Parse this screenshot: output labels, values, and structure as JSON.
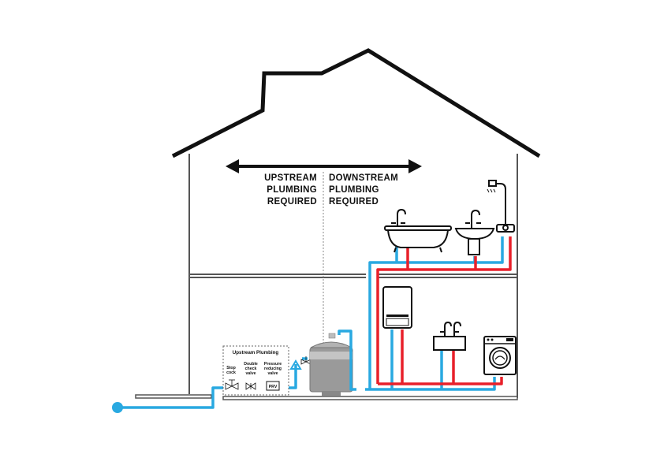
{
  "labels": {
    "upstream": [
      "UPSTREAM",
      "PLUMBING",
      "REQUIRED"
    ],
    "downstream": [
      "DOWNSTREAM",
      "PLUMBING",
      "REQUIRED"
    ],
    "upstream_box_title": "Upstream Plumbing",
    "stop_cock": [
      "Stop",
      "cock"
    ],
    "double_check_valve": [
      "Double",
      "check",
      "valve"
    ],
    "pressure_reducing_valve": [
      "Pressure",
      "reducing",
      "valve"
    ],
    "prv_badge": "PRV"
  },
  "colors": {
    "cold_pipe": "#29a9e1",
    "hot_pipe": "#e8202a",
    "outline": "#111111",
    "tank": "#9a9a9a"
  },
  "icons": [
    "bathtub-icon",
    "basin-icon",
    "shower-icon",
    "water-heater-icon",
    "sink-icon",
    "washing-machine-icon",
    "tank-icon"
  ]
}
